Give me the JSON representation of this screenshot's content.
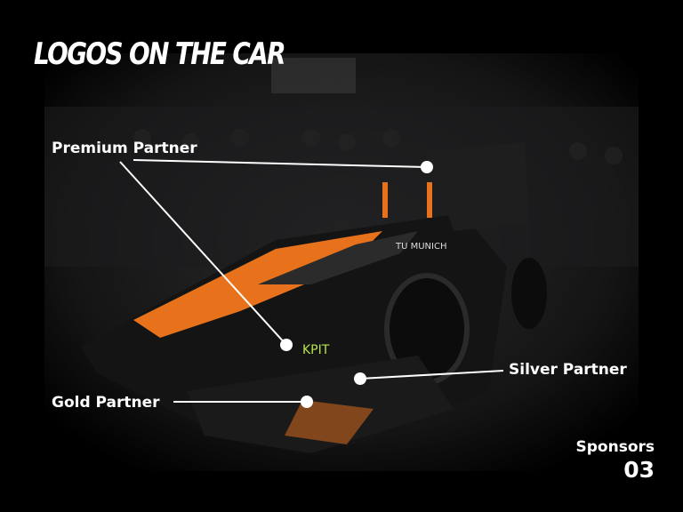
{
  "slide": {
    "title": "LOGOS ON THE CAR",
    "section": "Sponsors",
    "page_number": "03"
  },
  "callouts": {
    "premium": "Premium Partner",
    "gold": "Gold Partner",
    "silver": "Silver Partner"
  },
  "colors": {
    "accent": "#e8721c",
    "background": "#000000",
    "text": "#ffffff"
  }
}
